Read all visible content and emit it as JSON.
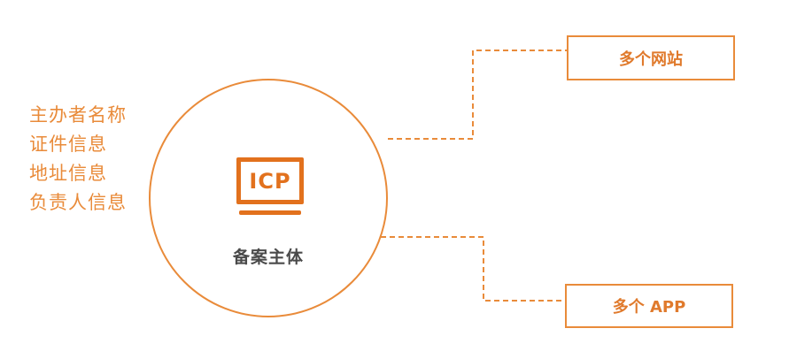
{
  "subject": {
    "icon_label": "ICP",
    "label": "备案主体"
  },
  "info_items": [
    "主办者名称",
    "证件信息",
    "地址信息",
    "负责人信息"
  ],
  "outputs": {
    "websites": "多个网站",
    "app": "多个 APP"
  },
  "colors": {
    "accent": "#e98b3a",
    "icon": "#e2711d",
    "label_text": "#4a4a4a",
    "background": "#ffffff"
  },
  "icons": {
    "subject": "monitor-icp-icon"
  }
}
